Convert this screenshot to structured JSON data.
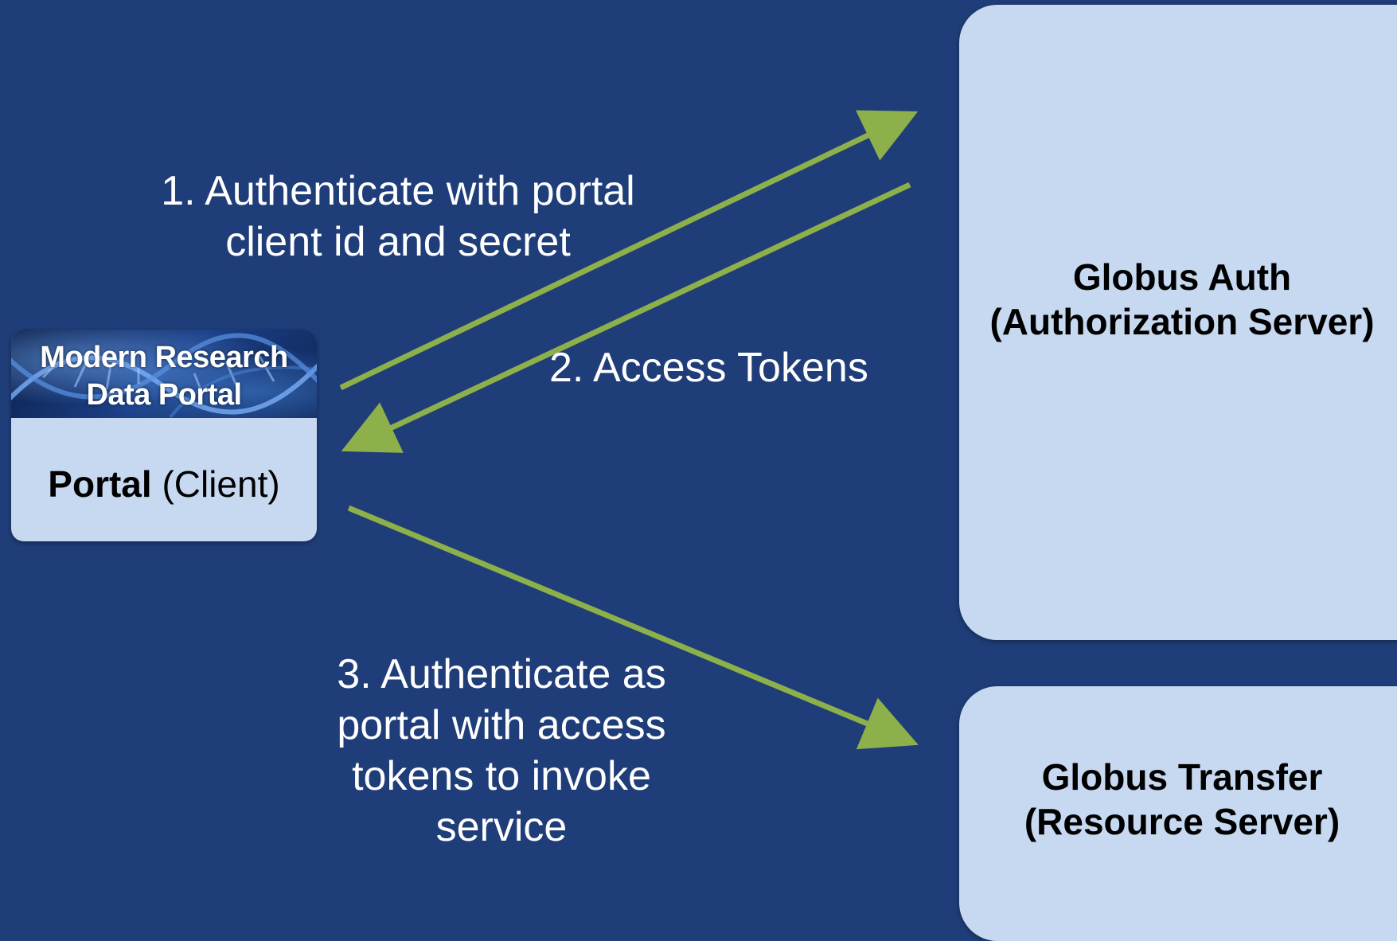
{
  "diagram": {
    "portal": {
      "banner_title": "Modern Research Data Portal",
      "label_bold": "Portal",
      "label_rest": " (Client)"
    },
    "auth_server": {
      "label": "Globus Auth (Authorization Server)"
    },
    "transfer_server": {
      "label": "Globus Transfer (Resource Server)"
    },
    "steps": {
      "step1": "1. Authenticate with portal client id and secret",
      "step2": "2. Access Tokens",
      "step3": "3. Authenticate as portal with access tokens to invoke service"
    },
    "colors": {
      "background": "#1f3d78",
      "box_fill": "#c6d9f0",
      "arrow": "#8db04a",
      "step_text": "#ffffff"
    }
  }
}
